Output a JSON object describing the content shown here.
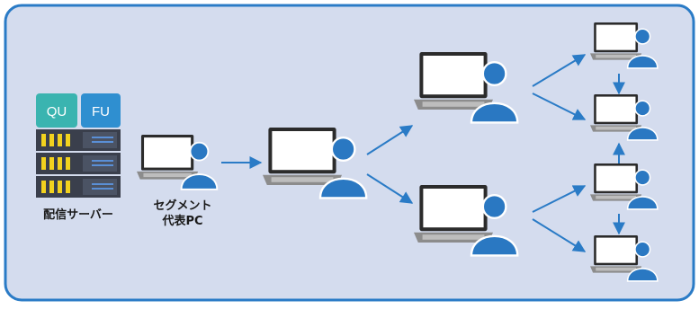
{
  "server": {
    "badges": [
      {
        "text": "QU",
        "color": "#3ab4b0"
      },
      {
        "text": "FU",
        "color": "#2f8fd0"
      }
    ],
    "label": "配信サーバー"
  },
  "segment_pc": {
    "label_line1": "セグメント",
    "label_line2": "代表PC"
  },
  "colors": {
    "panel_bg": "#d4dcee",
    "panel_border": "#2a7bc6",
    "arrow": "#2a7bc6",
    "user": "#2a78c2",
    "rack_body": "#3a3f4c",
    "rack_light": "#f2d21e"
  },
  "icons": [
    "server-icon",
    "laptop-user-icon",
    "arrow-icon"
  ]
}
